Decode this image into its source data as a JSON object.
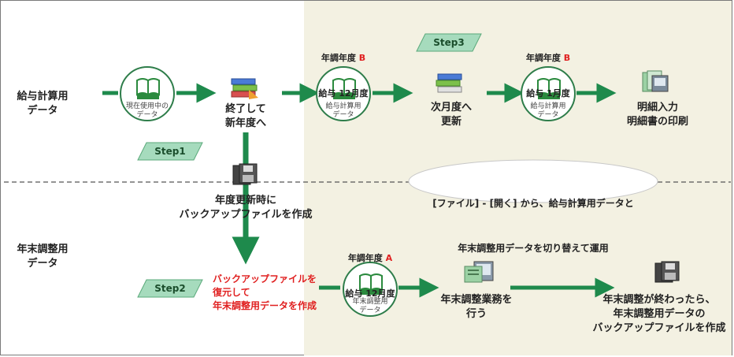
{
  "rows": {
    "top": "給与計算用\nデータ",
    "bottom": "年末調整用\nデータ"
  },
  "steps": {
    "step1": "Step1",
    "step2": "Step2",
    "step3": "Step3"
  },
  "circles": {
    "current": "現在使用中の\nデータ",
    "payroll_b12": "給与計算用\nデータ",
    "payroll_b1": "給与計算用\nデータ",
    "yearend_a": "年末調整用\nデータ"
  },
  "headers": {
    "b12_line1": "年調年度 ",
    "b12_letter": "B",
    "b12_line2": "給与 12月度",
    "b1_line1": "年調年度 ",
    "b1_letter": "B",
    "b1_line2": "給与 1月度",
    "a12_line1": "年調年度 ",
    "a12_letter": "A",
    "a12_line2": "給与 12月度"
  },
  "labels": {
    "finish_new_year": "終了して\n新年度へ",
    "next_month": "次月度へ\n更新",
    "payslip": "明細入力\n明細書の印刷",
    "backup_on_update": "年度更新時に\nバックアップファイルを作成",
    "restore_backup": "バックアップファイルを\n復元して\n年末調整用データを作成",
    "do_yearend": "年末調整業務を\n行う",
    "after_yearend": "年末調整が終わったら、\n年末調整用データの\nバックアップファイルを作成"
  },
  "callout": {
    "line1": "[ファイル] - [開く] から、給与計算用データと",
    "line2": "年末調整用データを切り替えて運用"
  },
  "colors": {
    "arrow_green": "#1e8a4c",
    "step_fill": "#a6dbbd",
    "beige_bg": "#f3f1e2",
    "accent_red": "#e02020"
  }
}
